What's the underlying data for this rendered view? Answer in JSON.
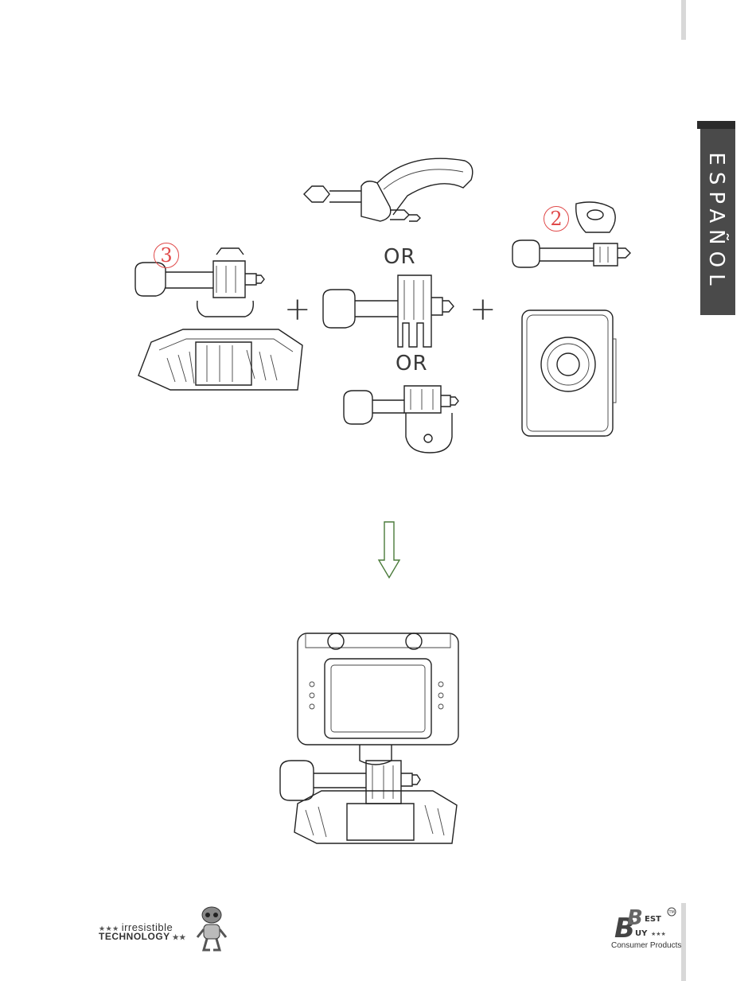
{
  "sidebar": {
    "language": "ESPAÑOL"
  },
  "diagram": {
    "labels": {
      "or_top": "OR",
      "or_bottom": "OR"
    },
    "plus_signs": [
      "+",
      "+"
    ],
    "step_numbers": {
      "left": "3",
      "right": "2"
    }
  },
  "footer": {
    "left_logo": {
      "line1": "irresistible",
      "line2": "TECHNOLOGY",
      "icon": "robot-mascot-icon"
    },
    "right_logo": {
      "mark": "BBest Buy",
      "tm": "TM",
      "subtitle": "Consumer Products"
    }
  },
  "colors": {
    "tab": "#4a4a4a",
    "annotation": "#e04a4a",
    "arrow": "#4a7a3a"
  }
}
